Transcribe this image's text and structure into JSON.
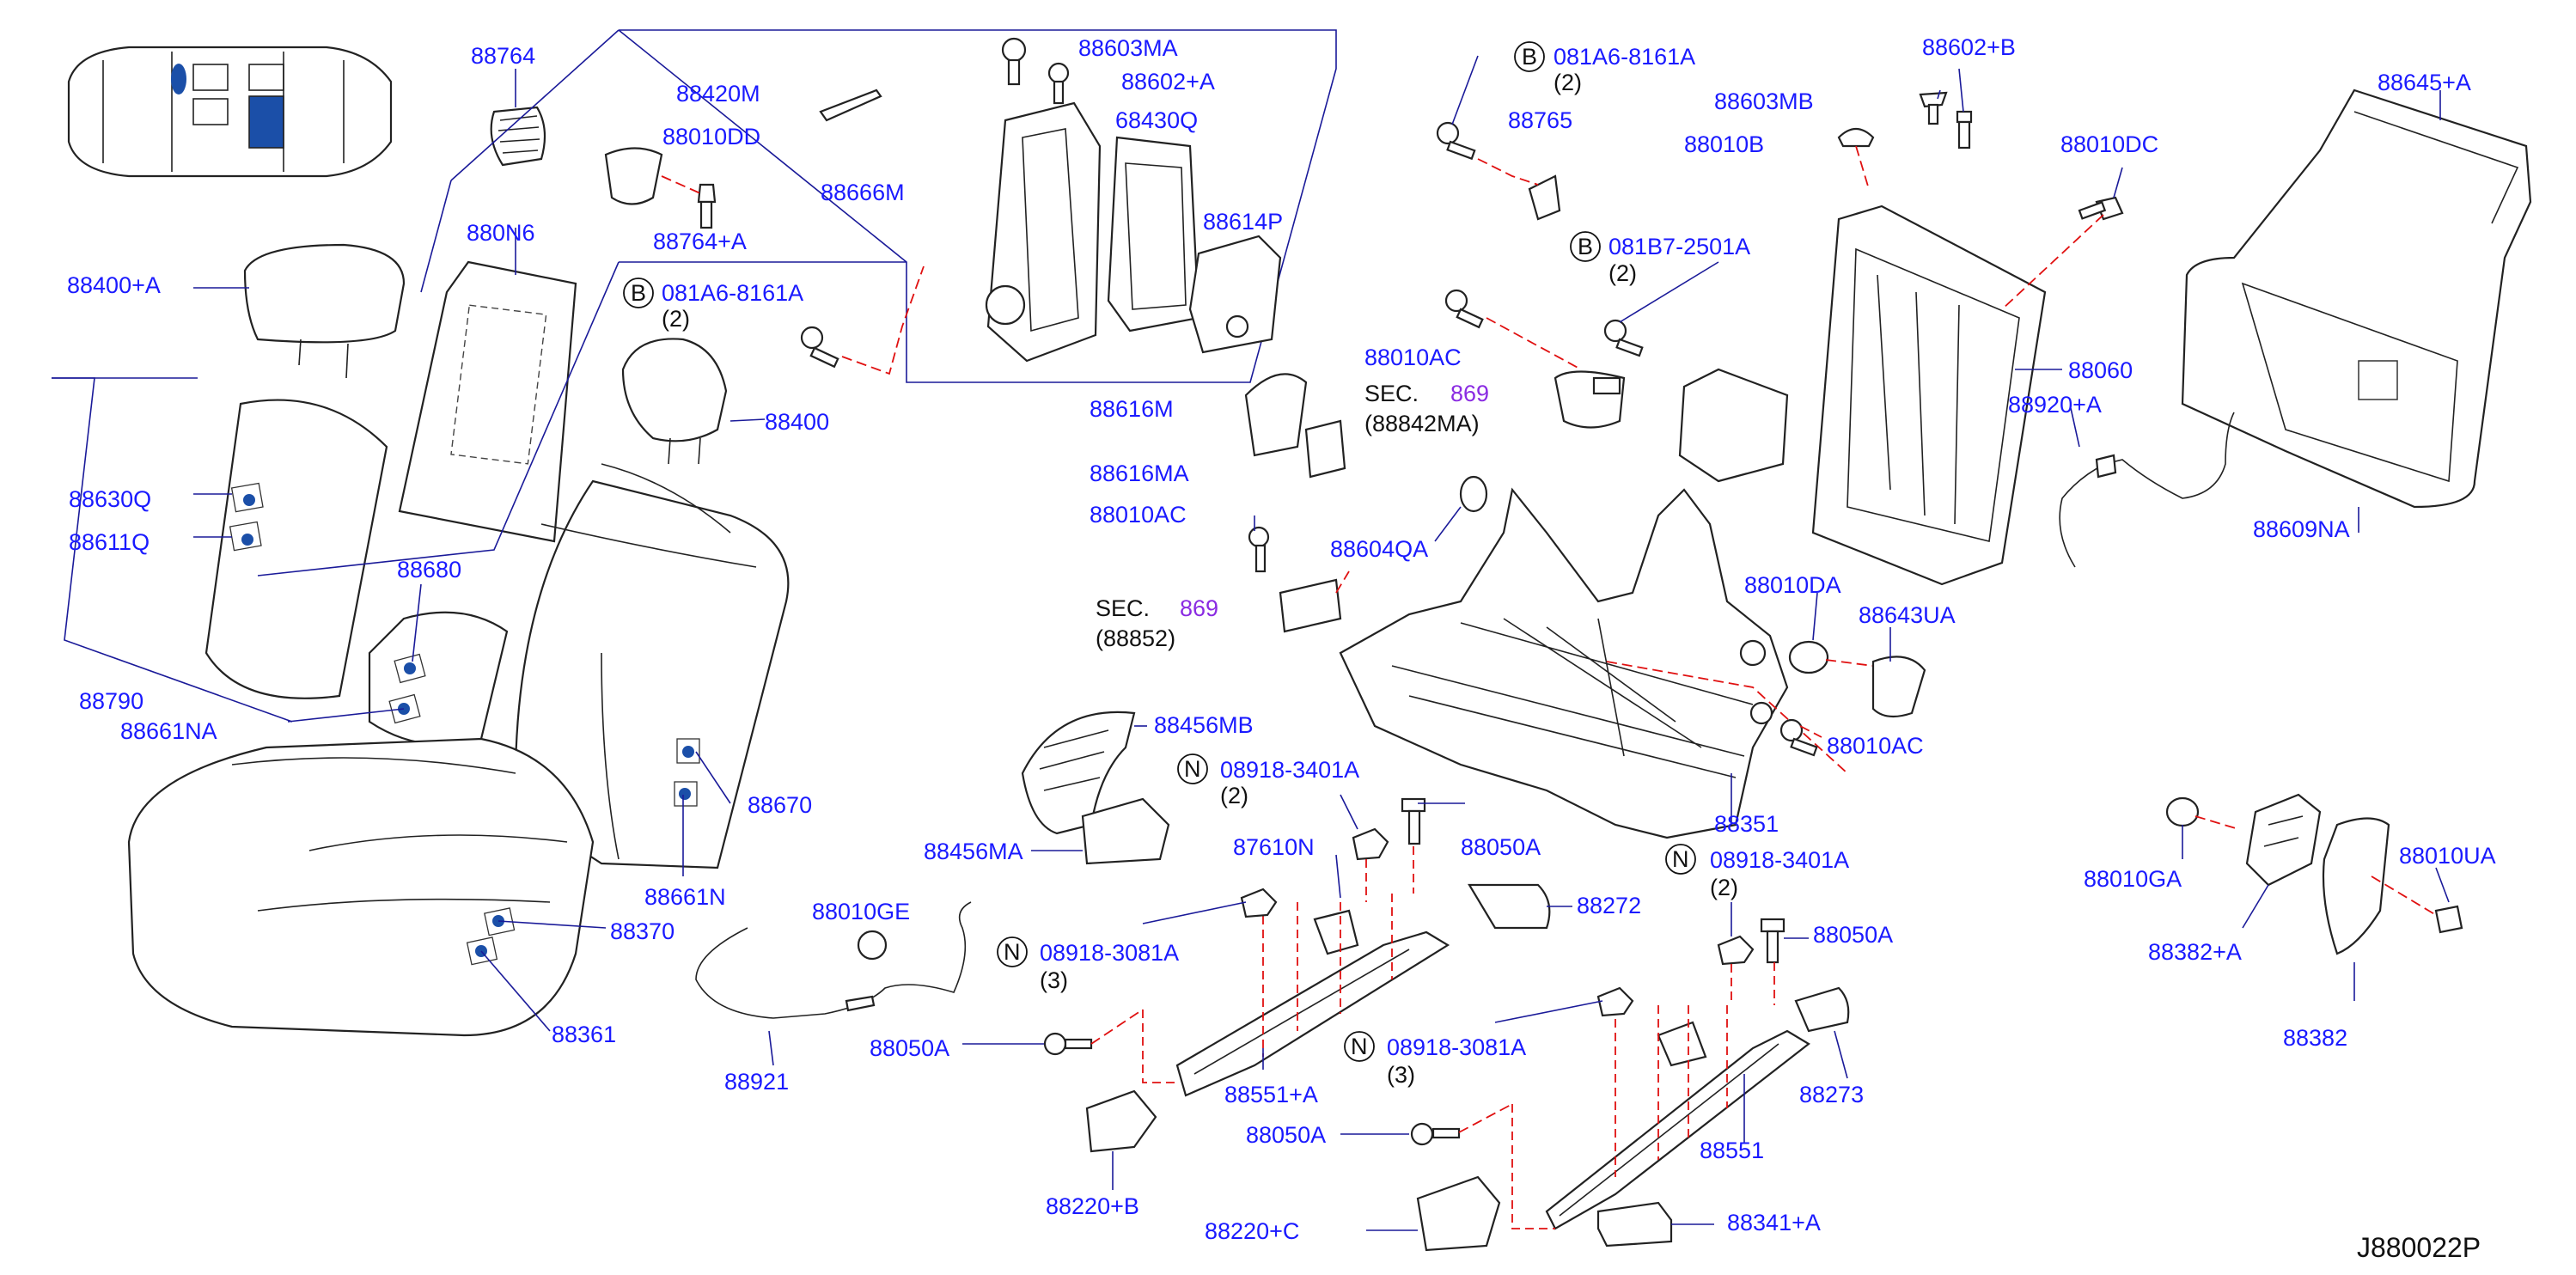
{
  "labels": {
    "p88764": "88764",
    "p88603MA": "88603MA",
    "p88602A": "88602+A",
    "p88420M": "88420M",
    "p88010DD": "88010DD",
    "p88764A": "88764+A",
    "p88666M": "88666M",
    "p68430Q": "68430Q",
    "p88614P": "88614P",
    "p88400A": "88400+A",
    "p880N6": "880N6",
    "p081A6_left": "081A6-8161A",
    "p081A6_left_qty": "(2)",
    "p88400": "88400",
    "p88630Q": "88630Q",
    "p88611Q": "88611Q",
    "p88680": "88680",
    "p88790": "88790",
    "p88661NA": "88661NA",
    "p88670": "88670",
    "p88661N": "88661N",
    "p88370": "88370",
    "p88361": "88361",
    "p88010GE": "88010GE",
    "p88921": "88921",
    "p88050A_left": "88050A",
    "p081A6_top": "081A6-8161A",
    "p081A6_top_qty": "(2)",
    "p88765": "88765",
    "p88603MB": "88603MB",
    "p88602B": "88602+B",
    "p88010B": "88010B",
    "p88010DC": "88010DC",
    "p88645A": "88645+A",
    "p081B7": "081B7-2501A",
    "p081B7_qty": "(2)",
    "p88010AC_top": "88010AC",
    "sec_text_1": "SEC.",
    "sec_num_1": "869",
    "sec_ref_1": "(88842MA)",
    "p88060": "88060",
    "p88920A": "88920+A",
    "p88609NA": "88609NA",
    "p88616M": "88616M",
    "p88616MA": "88616MA",
    "p88010AC_mid": "88010AC",
    "p88604QA": "88604QA",
    "sec_text_2": "SEC.",
    "sec_num_2": "869",
    "sec_ref_2": "(88852)",
    "p88010DA": "88010DA",
    "p88643UA": "88643UA",
    "p88010AC_right": "88010AC",
    "p88456MB": "88456MB",
    "p88456MA": "88456MA",
    "p08918_3401A_1": "08918-3401A",
    "p08918_3401A_1_qty": "(2)",
    "p88050A_mid": "88050A",
    "p87610N": "87610N",
    "p88351": "88351",
    "p08918_3401A_2": "08918-3401A",
    "p08918_3401A_2_qty": "(2)",
    "p88272": "88272",
    "p08918_3081A_1": "08918-3081A",
    "p08918_3081A_1_qty": "(3)",
    "p88050A_right": "88050A",
    "p88551A": "88551+A",
    "p08918_3081A_2": "08918-3081A",
    "p08918_3081A_2_qty": "(3)",
    "p88273": "88273",
    "p88551": "88551",
    "p88050A_low": "88050A",
    "p88220B": "88220+B",
    "p88220C": "88220+C",
    "p88341A": "88341+A",
    "p88010GA": "88010GA",
    "p88010UA": "88010UA",
    "p88382A": "88382+A",
    "p88382": "88382",
    "circle_B": "B",
    "circle_N": "N"
  },
  "drawing_ref": "J880022P",
  "colors": {
    "label_blue": "#1a1aff",
    "section_purple": "#8a2be2",
    "leader_line": "#1a1a99",
    "dashed_red": "#e01010",
    "marker_blue": "#1b4fa8"
  }
}
